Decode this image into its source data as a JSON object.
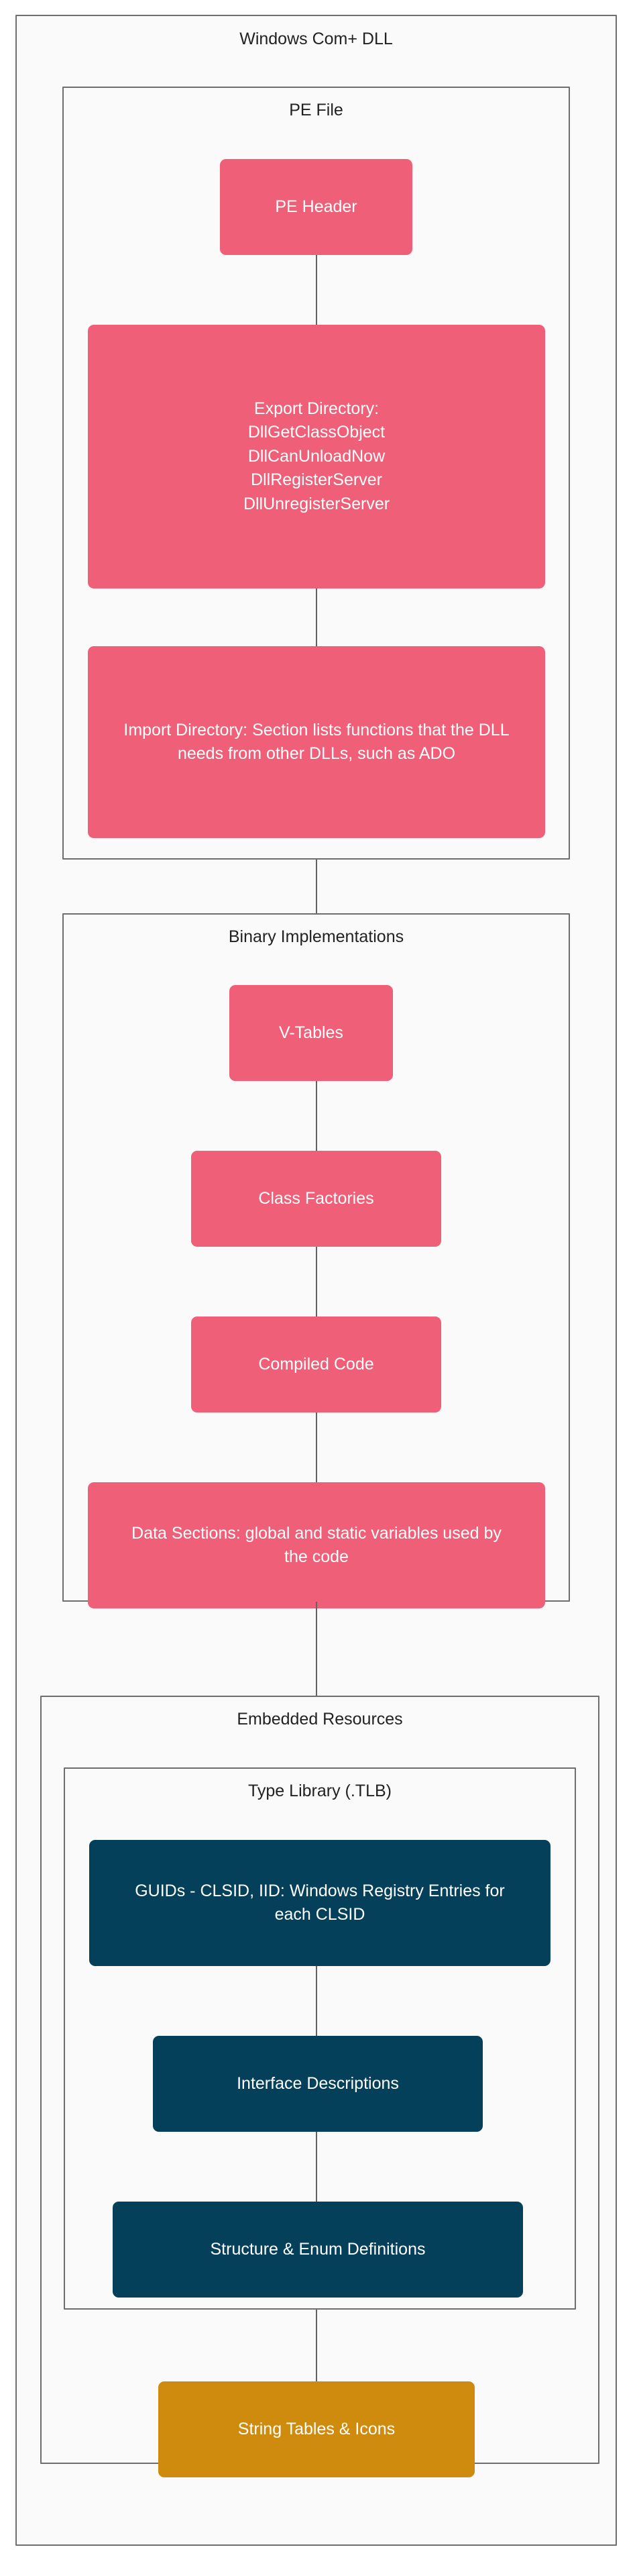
{
  "diagram": {
    "type": "flowchart",
    "orientation": "top-down",
    "colors": {
      "pink_node": "#ef5f77",
      "teal_node": "#05405a",
      "gold_node": "#cf8b0d",
      "container_border": "#6e6e6e",
      "container_fill": "#fafafa",
      "edge": "#636363",
      "node_text": "#ffffff",
      "title_text": "#222222"
    },
    "root": {
      "title": "Windows Com+ DLL"
    },
    "groups": [
      {
        "id": "pe-file",
        "title": "PE File"
      },
      {
        "id": "binary-implementations",
        "title": "Binary Implementations"
      },
      {
        "id": "embedded-resources",
        "title": "Embedded Resources"
      },
      {
        "id": "type-library",
        "title": "Type Library (.TLB)"
      }
    ],
    "nodes": [
      {
        "id": "pe-header",
        "group": "pe-file",
        "style": "pink",
        "label": "PE Header"
      },
      {
        "id": "export-directory",
        "group": "pe-file",
        "style": "pink",
        "label": "Export Directory:\nDllGetClassObject\nDllCanUnloadNow\nDllRegisterServer\nDllUnregisterServer"
      },
      {
        "id": "import-directory",
        "group": "pe-file",
        "style": "pink",
        "label": "Import Directory: Section lists functions that the DLL needs from other DLLs, such as ADO"
      },
      {
        "id": "v-tables",
        "group": "binary-implementations",
        "style": "pink",
        "label": "V-Tables"
      },
      {
        "id": "class-factories",
        "group": "binary-implementations",
        "style": "pink",
        "label": "Class Factories"
      },
      {
        "id": "compiled-code",
        "group": "binary-implementations",
        "style": "pink",
        "label": "Compiled Code"
      },
      {
        "id": "data-sections",
        "group": "binary-implementations",
        "style": "pink",
        "label": "Data Sections: global and static variables used by the code"
      },
      {
        "id": "guids",
        "group": "type-library",
        "style": "teal",
        "label": "GUIDs - CLSID, IID: Windows Registry Entries for each CLSID"
      },
      {
        "id": "interface-descriptions",
        "group": "type-library",
        "style": "teal",
        "label": "Interface Descriptions"
      },
      {
        "id": "structure-enum-definitions",
        "group": "type-library",
        "style": "teal",
        "label": "Structure & Enum Definitions"
      },
      {
        "id": "string-tables-icons",
        "group": "embedded-resources",
        "style": "gold",
        "label": "String Tables & Icons"
      }
    ],
    "edges": [
      {
        "from": "pe-header",
        "to": "export-directory"
      },
      {
        "from": "export-directory",
        "to": "import-directory"
      },
      {
        "from": "pe-file",
        "to": "binary-implementations"
      },
      {
        "from": "v-tables",
        "to": "class-factories"
      },
      {
        "from": "class-factories",
        "to": "compiled-code"
      },
      {
        "from": "compiled-code",
        "to": "data-sections"
      },
      {
        "from": "binary-implementations",
        "to": "embedded-resources"
      },
      {
        "from": "guids",
        "to": "interface-descriptions"
      },
      {
        "from": "interface-descriptions",
        "to": "structure-enum-definitions"
      },
      {
        "from": "type-library",
        "to": "string-tables-icons"
      }
    ]
  }
}
